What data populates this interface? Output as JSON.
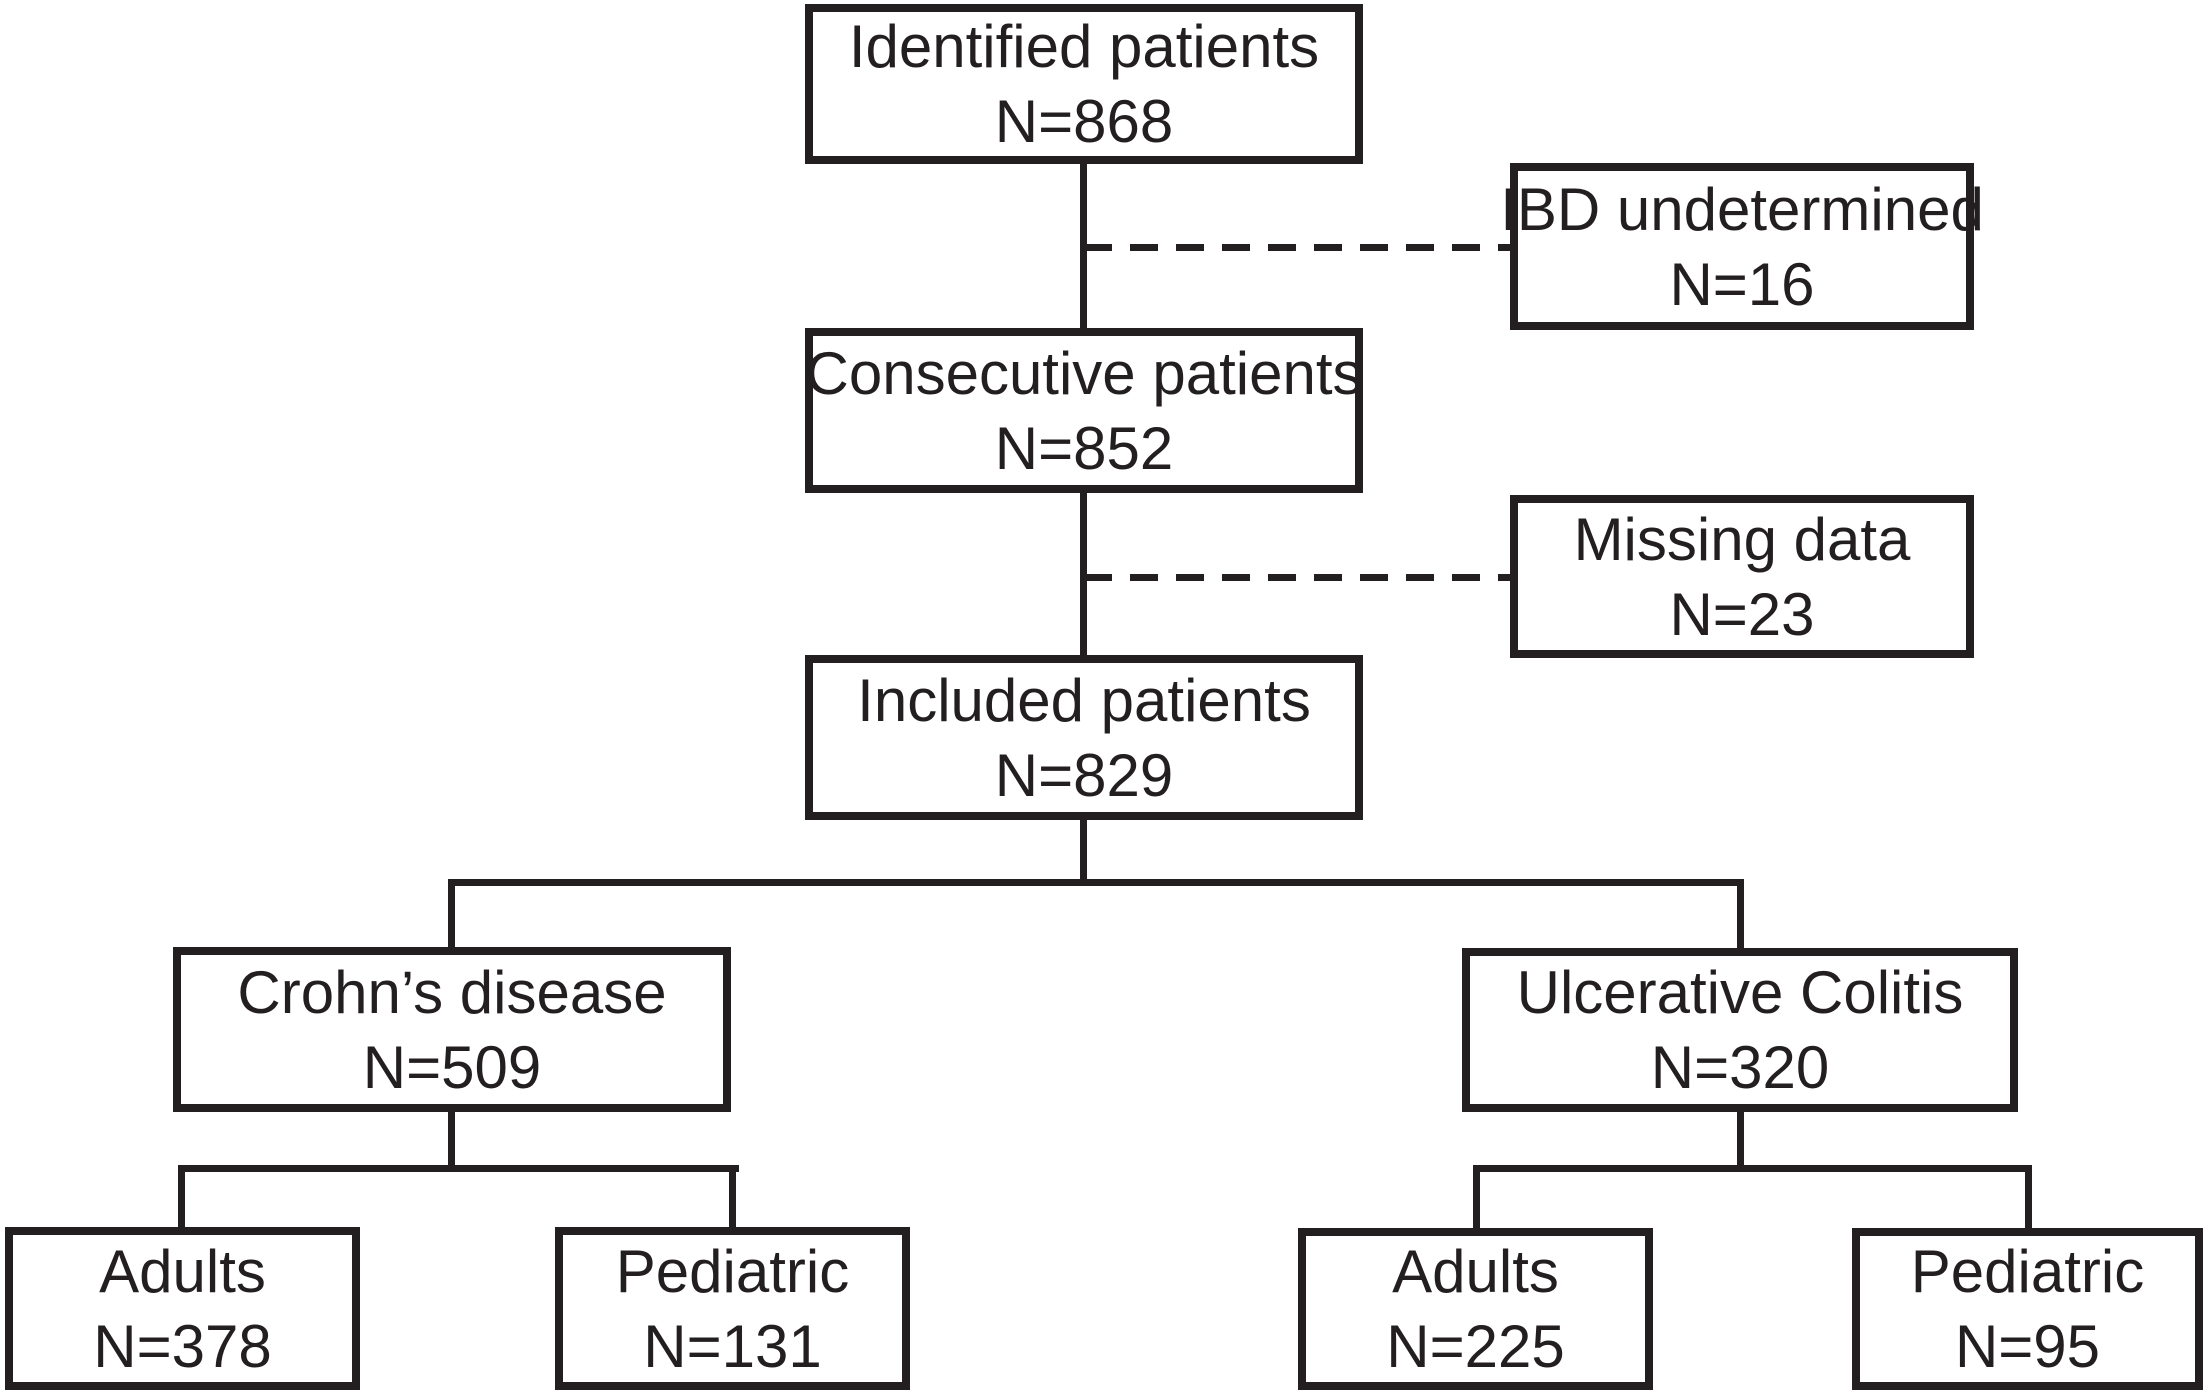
{
  "diagram": {
    "title": "Patient inclusion flowchart",
    "background": "#ffffff",
    "ink": "#231f20",
    "nodes": {
      "identified": {
        "label": "Identified patients",
        "count": "N=868"
      },
      "ibd_undetermined": {
        "label": "IBD undetermined",
        "count": "N=16"
      },
      "consecutive": {
        "label": "Consecutive patients",
        "count": "N=852"
      },
      "missing_data": {
        "label": "Missing data",
        "count": "N=23"
      },
      "included": {
        "label": "Included patients",
        "count": "N=829"
      },
      "crohns": {
        "label": "Crohn’s disease",
        "count": "N=509"
      },
      "ulcerative_colitis": {
        "label": "Ulcerative Colitis",
        "count": "N=320"
      },
      "adults_cd": {
        "label": "Adults",
        "count": "N=378"
      },
      "pediatric_cd": {
        "label": "Pediatric",
        "count": "N=131"
      },
      "adults_uc": {
        "label": "Adults",
        "count": "N=225"
      },
      "pediatric_uc": {
        "label": "Pediatric",
        "count": "N=95"
      }
    },
    "edges": [
      {
        "from": "identified",
        "to": "consecutive",
        "style": "solid"
      },
      {
        "from": "identified",
        "to": "ibd_undetermined",
        "style": "dashed"
      },
      {
        "from": "consecutive",
        "to": "included",
        "style": "solid"
      },
      {
        "from": "consecutive",
        "to": "missing_data",
        "style": "dashed"
      },
      {
        "from": "included",
        "to": "crohns",
        "style": "solid"
      },
      {
        "from": "included",
        "to": "ulcerative_colitis",
        "style": "solid"
      },
      {
        "from": "crohns",
        "to": "adults_cd",
        "style": "solid"
      },
      {
        "from": "crohns",
        "to": "pediatric_cd",
        "style": "solid"
      },
      {
        "from": "ulcerative_colitis",
        "to": "adults_uc",
        "style": "solid"
      },
      {
        "from": "ulcerative_colitis",
        "to": "pediatric_uc",
        "style": "solid"
      }
    ]
  }
}
